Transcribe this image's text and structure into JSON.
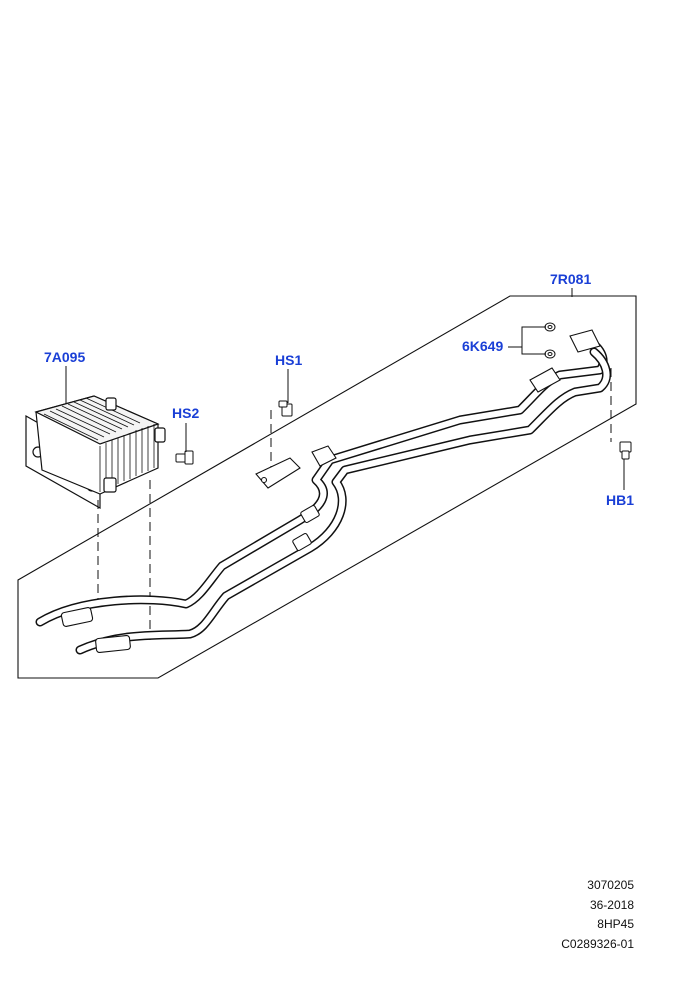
{
  "callouts": {
    "oil_cooler": "7A095",
    "bolt_hs2": "HS2",
    "bolt_hs1": "HS1",
    "cooler_pipes": "7R081",
    "seals": "6K649",
    "bolt_hb1": "HB1"
  },
  "footer": {
    "line1": "3070205",
    "line2": "36-2018",
    "line3": "8HP45",
    "line4": "C0289326-01"
  },
  "colors": {
    "callout_text": "#1a3fd6",
    "line_art": "#111111"
  }
}
